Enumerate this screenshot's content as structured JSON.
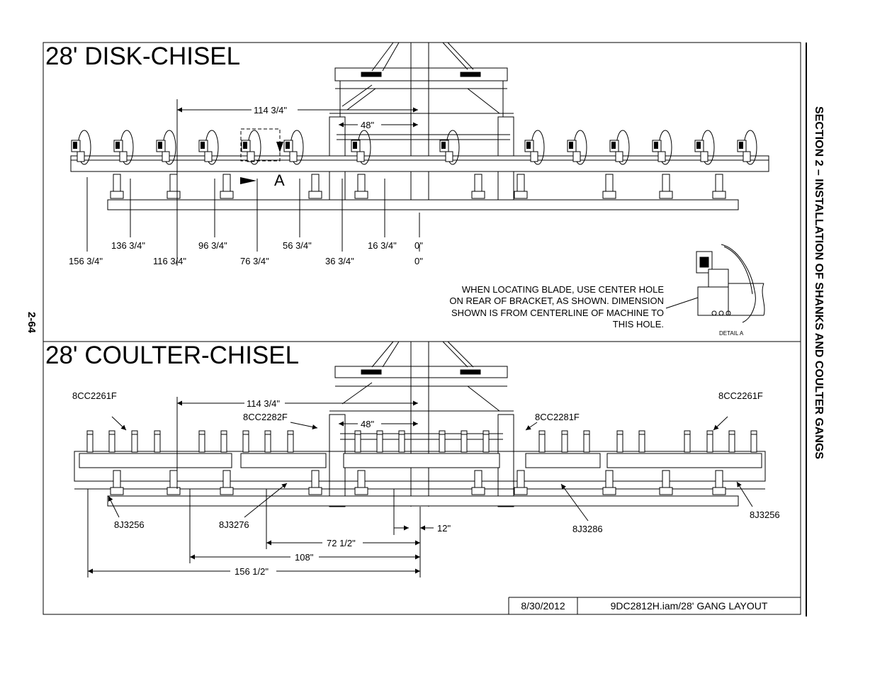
{
  "page": {
    "page_number": "2-64",
    "section_title": "SECTION 2 – INSTALLATION OF SHANKS AND COULTER GANGS"
  },
  "title_block": {
    "date": "8/30/2012",
    "file": "9DC2812H.iam/28' GANG LAYOUT"
  },
  "disk_chisel": {
    "title": "28' DISK-CHISEL",
    "dim_top": "114 3/4\"",
    "dim_center": "48\"",
    "detail_marker": "A",
    "positions_upper": [
      "136 3/4\"",
      "96 3/4\"",
      "56 3/4\"",
      "16 3/4\"",
      "0\""
    ],
    "positions_lower": [
      "156 3/4\"",
      "116 3/4\"",
      "76 3/4\"",
      "36 3/4\"",
      "0\""
    ],
    "note": "WHEN LOCATING BLADE, USE CENTER HOLE ON REAR OF BRACKET, AS SHOWN.  DIMENSION SHOWN IS FROM CENTERLINE OF MACHINE TO THIS HOLE.",
    "detail_label": "DETAIL  A"
  },
  "coulter_chisel": {
    "title": "28' COULTER-CHISEL",
    "dim_top": "114 3/4\"",
    "dim_center": "48\"",
    "parts": {
      "left_outer_bracket": "8CC2261F",
      "right_outer_bracket": "8CC2261F",
      "left_inner_bracket": "8CC2282F",
      "right_inner_bracket": "8CC2281F",
      "left_gang_outer": "8J3256",
      "left_gang_inner": "8J3276",
      "right_gang_inner": "8J3286",
      "right_gang_outer": "8J3256"
    },
    "dims": [
      "12\"",
      "72 1/2\"",
      "108\"",
      "156 1/2\""
    ]
  }
}
